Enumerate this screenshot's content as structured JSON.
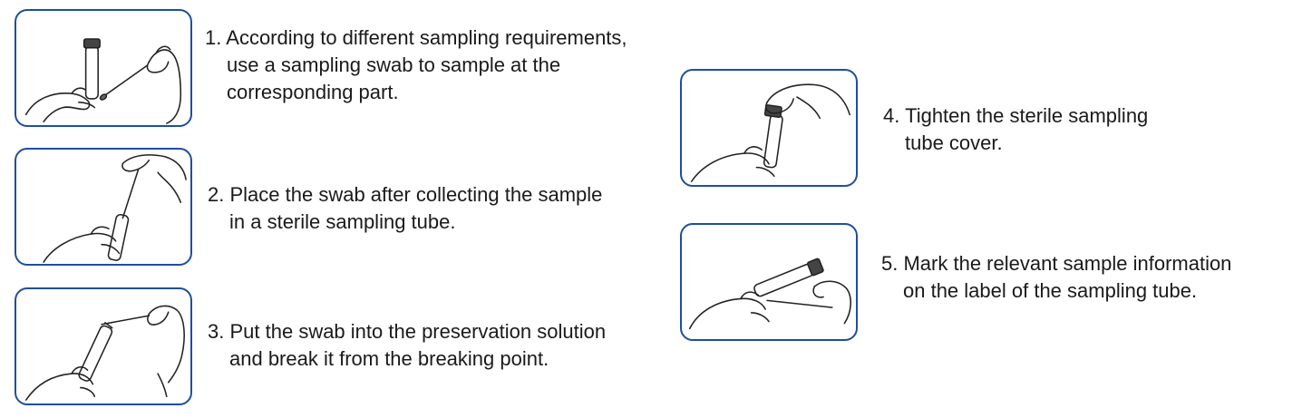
{
  "steps": [
    {
      "number": "1.",
      "lines": [
        "According to different sampling requirements,",
        "use a sampling swab to sample at the",
        "corresponding part."
      ],
      "illustration": "swab-sampling-illustration"
    },
    {
      "number": "2.",
      "lines": [
        "Place the swab after collecting the sample",
        "in a sterile sampling tube."
      ],
      "illustration": "swab-into-tube-illustration"
    },
    {
      "number": "3.",
      "lines": [
        "Put the swab into the preservation solution",
        "and break it from the breaking point."
      ],
      "illustration": "break-swab-illustration"
    },
    {
      "number": "4.",
      "lines": [
        "Tighten the sterile sampling",
        "tube cover."
      ],
      "illustration": "tighten-cover-illustration"
    },
    {
      "number": "5.",
      "lines": [
        "Mark the relevant sample information",
        "on the label of the sampling tube."
      ],
      "illustration": "label-tube-illustration"
    }
  ],
  "colors": {
    "frame_border": "#1f4e9c",
    "line_art": "#222222",
    "text": "#1a1a1a"
  }
}
